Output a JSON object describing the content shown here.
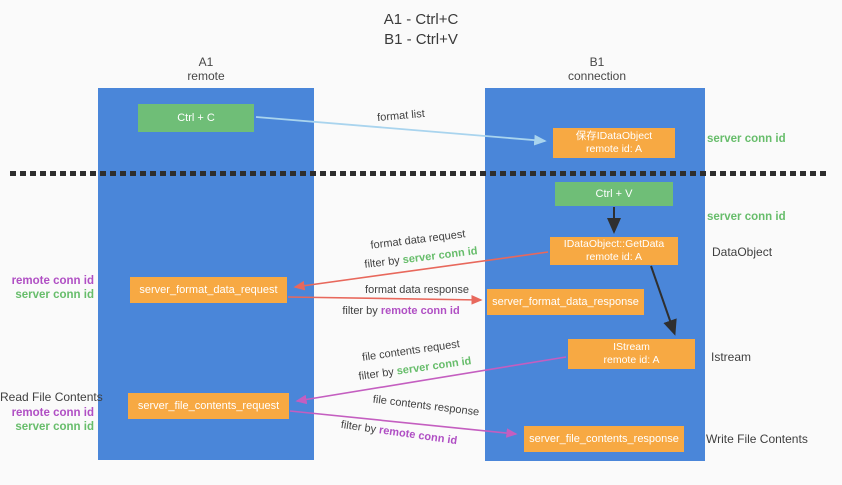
{
  "title": {
    "line1": "A1 - Ctrl+C",
    "line2": "B1 - Ctrl+V"
  },
  "columns": {
    "a": {
      "name": "A1",
      "role": "remote"
    },
    "b": {
      "name": "B1",
      "role": "connection"
    }
  },
  "nodes": {
    "ctrl_c": {
      "label": "Ctrl + C"
    },
    "save_idataobject": {
      "line1": "保存IDataObject",
      "line2": "remote id: A"
    },
    "ctrl_v": {
      "label": "Ctrl + V"
    },
    "getdata": {
      "line1": "IDataObject::GetData",
      "line2": "remote id: A"
    },
    "format_request": {
      "label": "server_format_data_request"
    },
    "format_response": {
      "label": "server_format_data_response"
    },
    "istream": {
      "line1": "IStream",
      "line2": "remote id: A"
    },
    "file_request": {
      "label": "server_file_contents_request"
    },
    "file_response": {
      "label": "server_file_contents_response"
    }
  },
  "edge_labels": {
    "format_list": "format list",
    "format_data_request": "format data request",
    "format_data_response": "format data response",
    "file_contents_request": "file contents request",
    "file_contents_response": "file contents response",
    "filter_by": "filter by",
    "server_conn_id": "server conn id",
    "remote_conn_id": "remote conn id"
  },
  "side_labels": {
    "server_conn_id": "server conn id",
    "remote_conn_id": "remote conn id",
    "dataobject": "DataObject",
    "istream": "Istream",
    "read_file_contents": "Read File Contents",
    "write_file_contents": "Write File Contents"
  },
  "colors": {
    "lifeline_blue": "#4a86d9",
    "node_green": "#6fbe77",
    "node_orange": "#f7a943",
    "arrow_light_blue": "#a9d4ee",
    "arrow_red": "#e8685c",
    "arrow_magenta": "#c45ec0",
    "arrow_black": "#2f2f2f",
    "text_green": "#67bd6b",
    "text_purple": "#b04fc4"
  }
}
